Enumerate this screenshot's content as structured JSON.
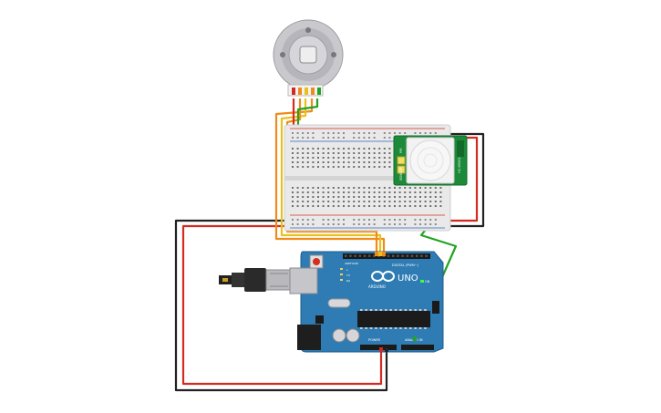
{
  "arduino": {
    "brand": "ARDUINO",
    "model": "UNO",
    "digital_header_label": "DIGITAL (PWM~)",
    "power_header_label": "POWER",
    "analog_header_label": "ANALOG IN",
    "on_led_label": "ON",
    "tx_label": "TX",
    "rx_label": "RX",
    "l_label": "L",
    "aref_label": "AREF",
    "gnd_label": "GND"
  },
  "pir_sensor": {
    "left_labels": [
      "PIR",
      "SENSOR"
    ],
    "right_labels": [
      "HC-SR501"
    ]
  },
  "colors": {
    "wire_black": "#222222",
    "wire_red": "#d42a20",
    "wire_green": "#22a322",
    "wire_orange": "#f08a1c",
    "wire_yellow": "#e8c21a",
    "arduino_board": "#2e7cb3",
    "pir_board": "#1d8a3a",
    "breadboard": "#e8e8e8"
  }
}
